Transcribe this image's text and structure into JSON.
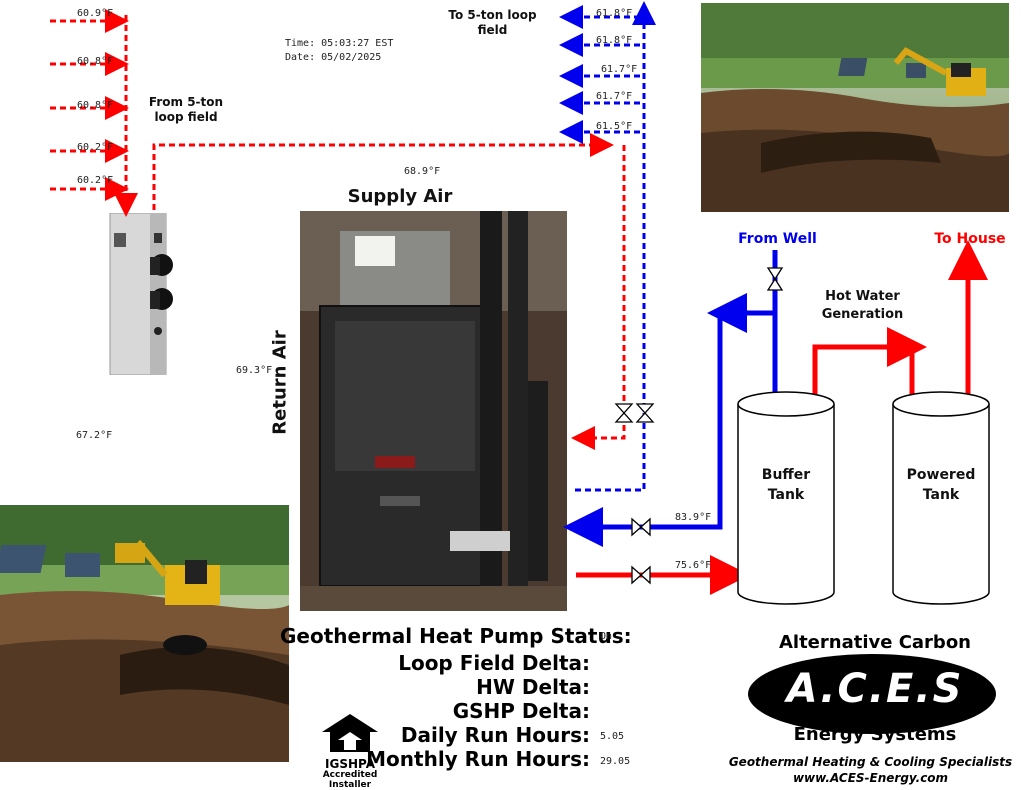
{
  "time": {
    "label": "Time: 05:03:27 EST",
    "date": "Date: 05/02/2025"
  },
  "loop_in": {
    "title": "From 5-ton loop field",
    "temps": [
      "60.9°F",
      "60.8°F",
      "60.8°F",
      "60.2°F",
      "60.2°F"
    ]
  },
  "loop_out": {
    "title": "To 5-ton loop field",
    "temps": [
      "61.8°F",
      "61.8°F",
      "61.7°F",
      "61.7°F",
      "61.5°F"
    ]
  },
  "air": {
    "supply_label": "Supply Air",
    "supply_temp": "68.9°F",
    "return_label": "Return Air",
    "return_temp": "69.3°F",
    "ambient_temp": "67.2°F"
  },
  "hot_water": {
    "from_well": "From Well",
    "to_house": "To House",
    "generation": "Hot Water Generation",
    "buffer_tank": "Buffer Tank",
    "powered_tank": "Powered Tank",
    "supply_temp": "83.9°F",
    "return_temp": "75.6°F"
  },
  "status": {
    "pump_label": "Geothermal Heat Pump Status:",
    "pump_value": "On",
    "loop_delta_label": "Loop Field Delta:",
    "hw_delta_label": "HW Delta:",
    "gshp_delta_label": "GSHP Delta:",
    "daily_label": "Daily Run Hours:",
    "daily_value": "5.05",
    "monthly_label": "Monthly Run Hours:",
    "monthly_value": "29.05"
  },
  "branding": {
    "line1": "Alternative Carbon",
    "acronym": "A.C.E.S",
    "line2": "Energy Systems",
    "tagline": "Geothermal Heating & Cooling Specialists",
    "website": "www.ACES-Energy.com",
    "igshpa": "IGSHPA",
    "accredited": "Accredited",
    "installer": "Installer"
  },
  "colors": {
    "cold": "#0000ee",
    "hot": "#ff0000"
  }
}
